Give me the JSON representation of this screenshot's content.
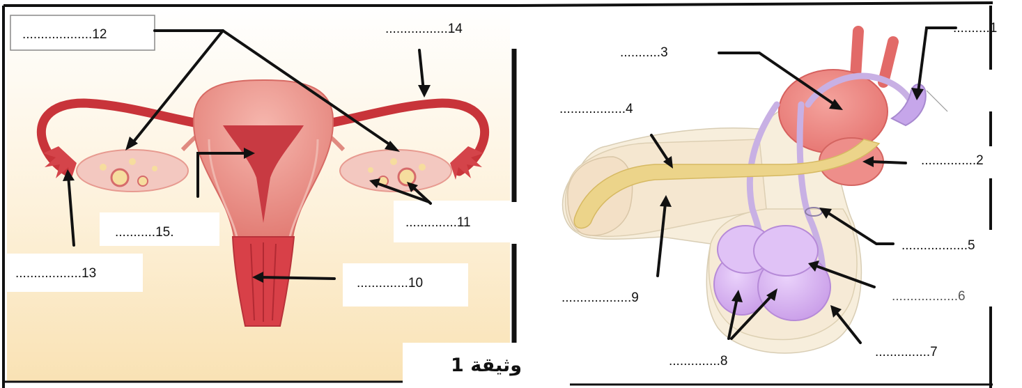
{
  "female_panel": {
    "labels": [
      {
        "id": "12",
        "text": "...................12"
      },
      {
        "id": "14",
        "text": ".................14"
      },
      {
        "id": "11",
        "text": "..............11"
      },
      {
        "id": "15",
        "text": "...........15."
      },
      {
        "id": "13",
        "text": "..................13"
      },
      {
        "id": "10",
        "text": "..............10"
      }
    ]
  },
  "male_panel": {
    "labels": [
      {
        "id": "1",
        "text": "..........1"
      },
      {
        "id": "3",
        "text": "...........3"
      },
      {
        "id": "4",
        "text": "..................4"
      },
      {
        "id": "2",
        "text": "...............2"
      },
      {
        "id": "5",
        "text": "..................5"
      },
      {
        "id": "9",
        "text": "...................9"
      },
      {
        "id": "6",
        "text": "..................6"
      },
      {
        "id": "7",
        "text": "...............7"
      },
      {
        "id": "8",
        "text": "..............8"
      }
    ]
  },
  "caption": "وثيقة 1",
  "colors": {
    "uterus": "#e8837c",
    "tube": "#c8343a",
    "ovary": "#f3c8c0",
    "cream_bg": "#fbe9c4",
    "bladder": "#ec8a86",
    "vas": "#c8b0e4",
    "testis": "#d6b2f0",
    "urethra": "#ecd48a",
    "skin": "#f6ead6"
  }
}
